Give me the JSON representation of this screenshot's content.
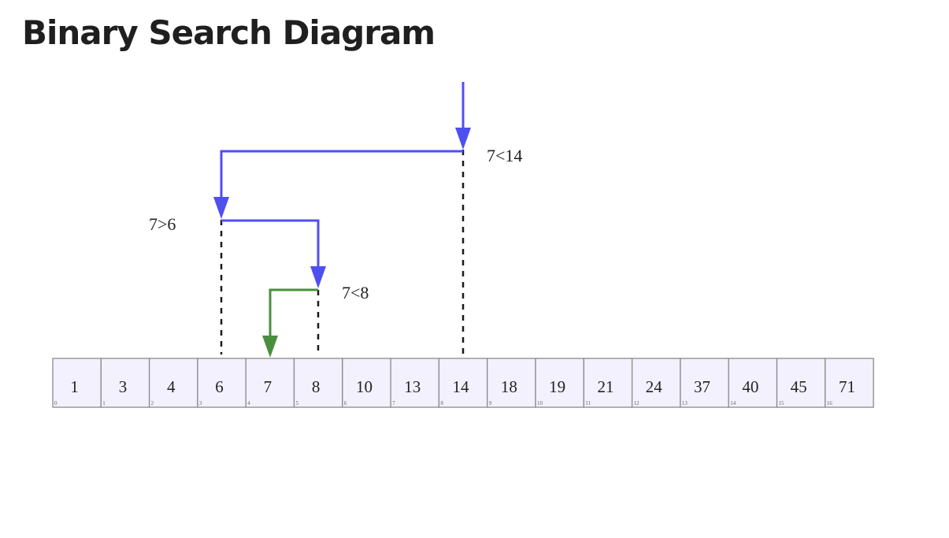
{
  "title": "Binary Search Diagram",
  "array": {
    "values": [
      "1",
      "3",
      "4",
      "6",
      "7",
      "8",
      "10",
      "13",
      "14",
      "18",
      "19",
      "21",
      "24",
      "37",
      "40",
      "45",
      "71"
    ],
    "indices": [
      "0",
      "1",
      "2",
      "3",
      "4",
      "5",
      "6",
      "7",
      "8",
      "9",
      "10",
      "11",
      "12",
      "13",
      "14",
      "15",
      "16"
    ]
  },
  "comparisons": [
    {
      "label": "7<14"
    },
    {
      "label": "7>6"
    },
    {
      "label": "7<8"
    }
  ],
  "colors": {
    "search_arrow": "#4f4ff0",
    "found_arrow": "#4a8f3e",
    "cell_fill": "#f2f1fd",
    "cell_border": "#8a8a8a",
    "dashed_line": "#1a1a1a"
  }
}
